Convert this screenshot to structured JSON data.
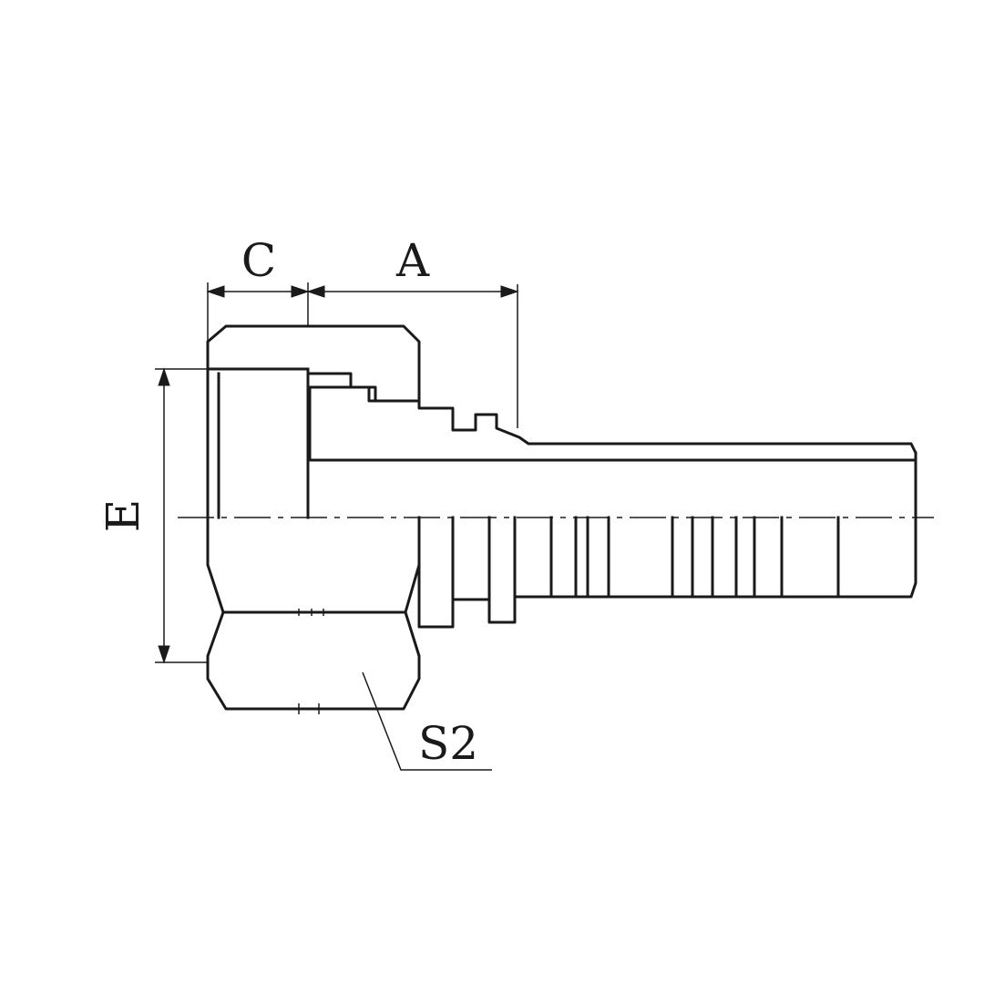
{
  "labels": {
    "c": "C",
    "a": "A",
    "e": "E",
    "s2": "S2"
  },
  "colors": {
    "ink": "#1a1a1a",
    "background": "#ffffff"
  }
}
